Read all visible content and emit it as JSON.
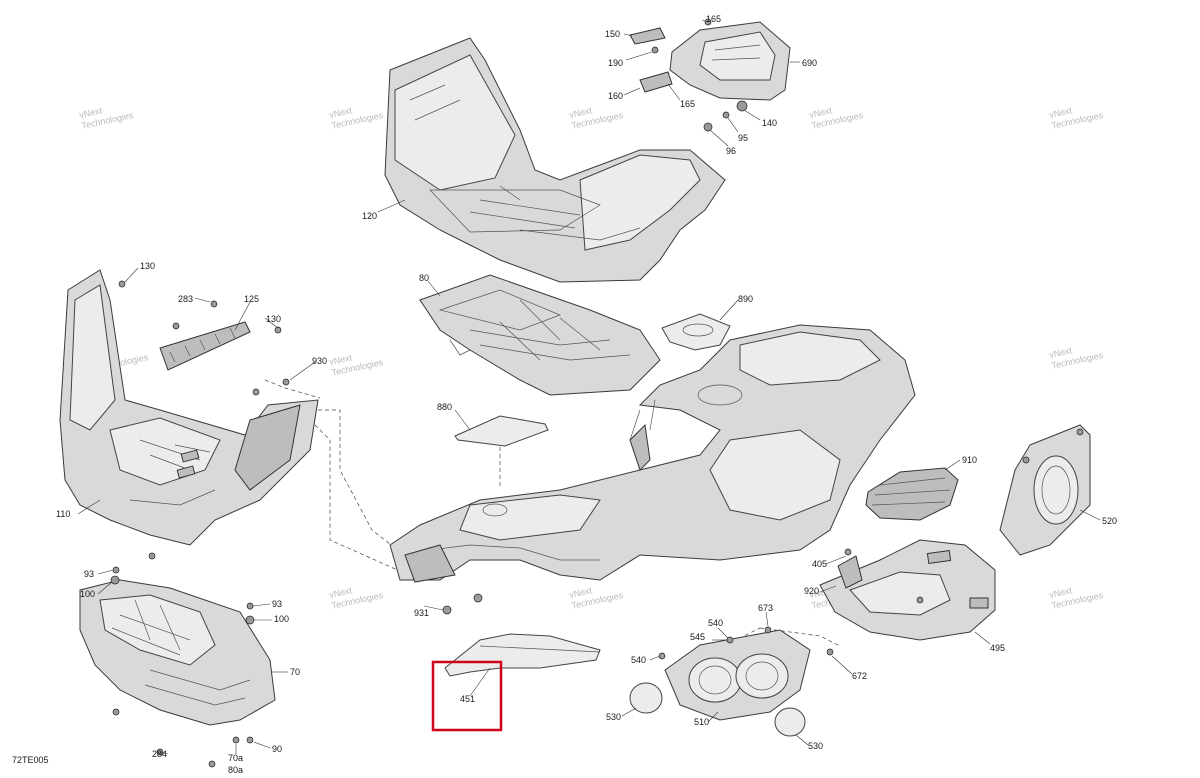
{
  "diagram_code": "72TE005",
  "callouts": [
    {
      "id": "c165a",
      "text": "165"
    },
    {
      "id": "c150",
      "text": "150"
    },
    {
      "id": "c690",
      "text": "690"
    },
    {
      "id": "c190",
      "text": "190"
    },
    {
      "id": "c160",
      "text": "160"
    },
    {
      "id": "c165b",
      "text": "165"
    },
    {
      "id": "c140",
      "text": "140"
    },
    {
      "id": "c95",
      "text": "95"
    },
    {
      "id": "c96",
      "text": "96"
    },
    {
      "id": "c120",
      "text": "120"
    },
    {
      "id": "c80",
      "text": "80"
    },
    {
      "id": "c890",
      "text": "890"
    },
    {
      "id": "c130a",
      "text": "130"
    },
    {
      "id": "c283",
      "text": "283"
    },
    {
      "id": "c125",
      "text": "125"
    },
    {
      "id": "c130b",
      "text": "130"
    },
    {
      "id": "c930",
      "text": "930"
    },
    {
      "id": "c880",
      "text": "880"
    },
    {
      "id": "c910",
      "text": "910"
    },
    {
      "id": "c110",
      "text": "110"
    },
    {
      "id": "c520",
      "text": "520"
    },
    {
      "id": "c405",
      "text": "405"
    },
    {
      "id": "c920",
      "text": "920"
    },
    {
      "id": "c93a",
      "text": "93"
    },
    {
      "id": "c100a",
      "text": "100"
    },
    {
      "id": "c93b",
      "text": "93"
    },
    {
      "id": "c100b",
      "text": "100"
    },
    {
      "id": "c931",
      "text": "931"
    },
    {
      "id": "c540a",
      "text": "540"
    },
    {
      "id": "c673",
      "text": "673"
    },
    {
      "id": "c545",
      "text": "545"
    },
    {
      "id": "c495",
      "text": "495"
    },
    {
      "id": "c70",
      "text": "70"
    },
    {
      "id": "c540b",
      "text": "540"
    },
    {
      "id": "c672",
      "text": "672"
    },
    {
      "id": "c451",
      "text": "451"
    },
    {
      "id": "c530a",
      "text": "530"
    },
    {
      "id": "c510",
      "text": "510"
    },
    {
      "id": "c530b",
      "text": "530"
    },
    {
      "id": "c284",
      "text": "284"
    },
    {
      "id": "c70a",
      "text": "70a"
    },
    {
      "id": "c80a",
      "text": "80a"
    },
    {
      "id": "c90",
      "text": "90"
    }
  ],
  "watermark": {
    "line1": "vNext",
    "line2": "Technologies"
  },
  "colors": {
    "highlight": "#d0021b",
    "part_fill": "#d9d9d9",
    "outline": "#3a3a3a"
  }
}
